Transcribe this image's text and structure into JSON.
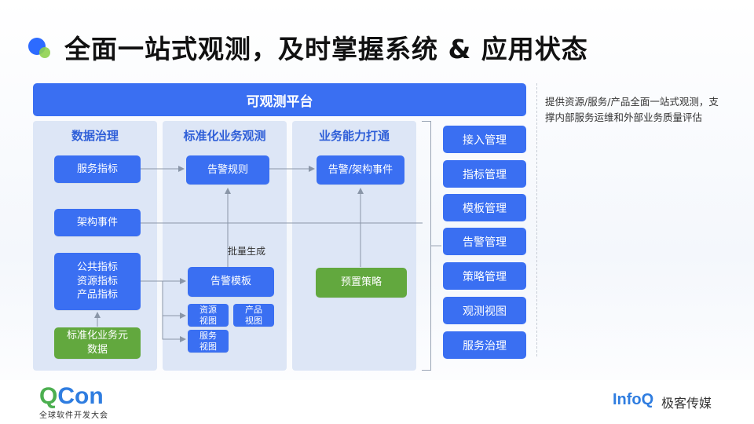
{
  "header": {
    "title": "全面一站式观测，及时掌握系统 & 应用状态"
  },
  "platform": {
    "label": "可观测平台"
  },
  "panels": {
    "data_governance": {
      "title": "数据治理",
      "service_metrics": "服务指标",
      "arch_events": "架构事件",
      "metrics_stack": [
        "公共指标",
        "资源指标",
        "产品指标"
      ],
      "std_metadata": [
        "标准化业务元",
        "数据"
      ]
    },
    "std_observation": {
      "title": "标准化业务观测",
      "alert_rules": "告警规则",
      "batch_generate": "批量生成",
      "alert_template": "告警模板",
      "resource_view": [
        "资源",
        "视图"
      ],
      "product_view": [
        "产品",
        "视图"
      ],
      "service_view": [
        "服务",
        "视图"
      ]
    },
    "capability": {
      "title": "业务能力打通",
      "alert_events": "告警/架构事件",
      "preset_policy": "预置策略"
    }
  },
  "side_menu": [
    "接入管理",
    "指标管理",
    "模板管理",
    "告警管理",
    "策略管理",
    "观测视图",
    "服务治理"
  ],
  "description": "提供资源/服务/产品全面一站式观测，支撑内部服务运维和外部业务质量评估",
  "footer": {
    "qcon_q": "Q",
    "qcon_rest": "Con",
    "qcon_sub": "全球软件开发大会",
    "infoq": "InfoQ",
    "infoq_cn": "极客传媒"
  }
}
